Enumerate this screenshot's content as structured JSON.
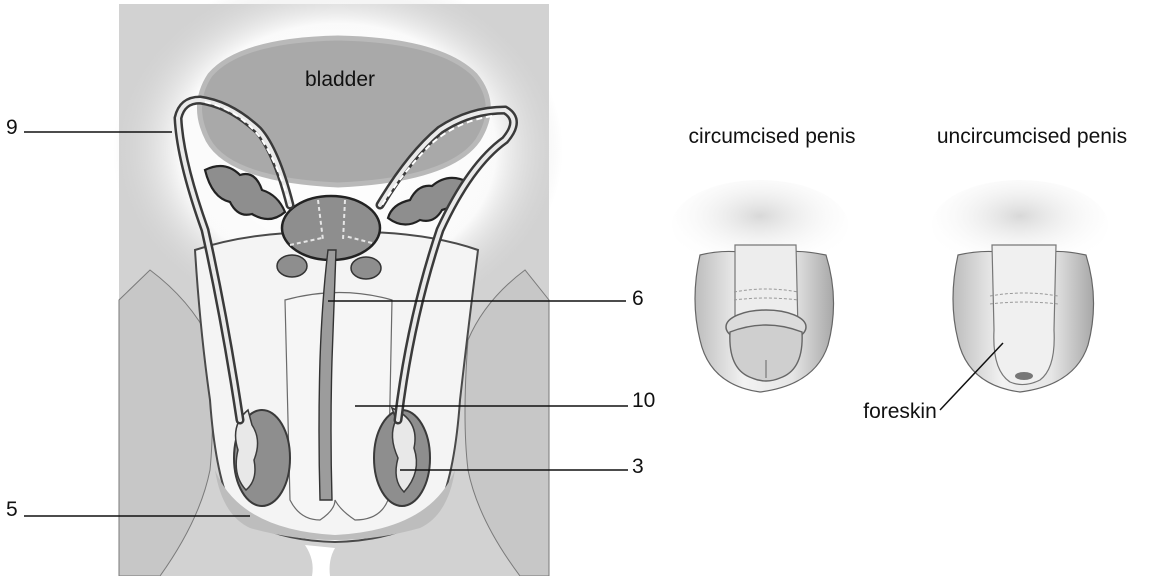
{
  "labels": {
    "bladder": "bladder",
    "nine": "9",
    "six": "6",
    "ten": "10",
    "three": "3",
    "five": "5",
    "foreskin": "foreskin"
  },
  "captions": {
    "circumcised": "circumcised penis",
    "uncircumcised": "uncircumcised penis"
  },
  "colors": {
    "panel_bg": "#d2d2d2",
    "organ_dark": "#8e8e8e",
    "organ_mid": "#a9a9a9",
    "light_fill": "#ececec",
    "outline": "#3a3a3a"
  }
}
